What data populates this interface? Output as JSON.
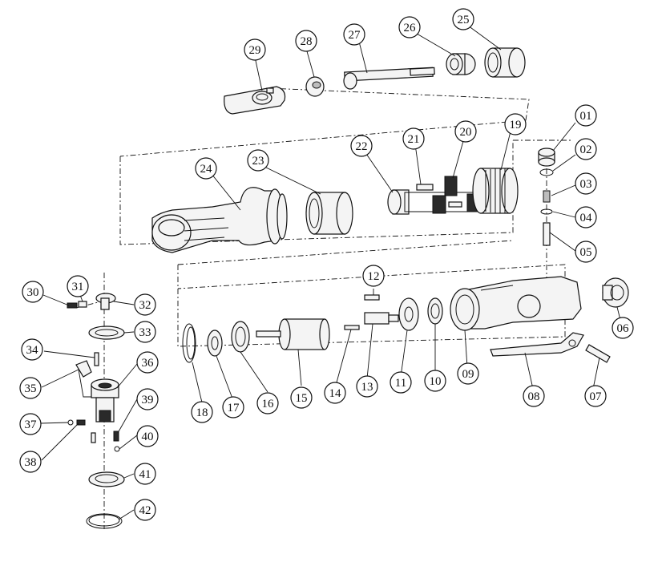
{
  "diagram": {
    "callouts": [
      {
        "id": "c01",
        "label": "01"
      },
      {
        "id": "c02",
        "label": "02"
      },
      {
        "id": "c03",
        "label": "03"
      },
      {
        "id": "c04",
        "label": "04"
      },
      {
        "id": "c05",
        "label": "05"
      },
      {
        "id": "c06",
        "label": "06"
      },
      {
        "id": "c07",
        "label": "07"
      },
      {
        "id": "c08",
        "label": "08"
      },
      {
        "id": "c09",
        "label": "09"
      },
      {
        "id": "c10",
        "label": "10"
      },
      {
        "id": "c11",
        "label": "11"
      },
      {
        "id": "c12",
        "label": "12"
      },
      {
        "id": "c13",
        "label": "13"
      },
      {
        "id": "c14",
        "label": "14"
      },
      {
        "id": "c15",
        "label": "15"
      },
      {
        "id": "c16",
        "label": "16"
      },
      {
        "id": "c17",
        "label": "17"
      },
      {
        "id": "c18",
        "label": "18"
      },
      {
        "id": "c19",
        "label": "19"
      },
      {
        "id": "c20",
        "label": "20"
      },
      {
        "id": "c21",
        "label": "21"
      },
      {
        "id": "c22",
        "label": "22"
      },
      {
        "id": "c23",
        "label": "23"
      },
      {
        "id": "c24",
        "label": "24"
      },
      {
        "id": "c25",
        "label": "25"
      },
      {
        "id": "c26",
        "label": "26"
      },
      {
        "id": "c27",
        "label": "27"
      },
      {
        "id": "c28",
        "label": "28"
      },
      {
        "id": "c29",
        "label": "29"
      },
      {
        "id": "c30",
        "label": "30"
      },
      {
        "id": "c31",
        "label": "31"
      },
      {
        "id": "c32",
        "label": "32"
      },
      {
        "id": "c33",
        "label": "33"
      },
      {
        "id": "c34",
        "label": "34"
      },
      {
        "id": "c35",
        "label": "35"
      },
      {
        "id": "c36",
        "label": "36"
      },
      {
        "id": "c37",
        "label": "37"
      },
      {
        "id": "c38",
        "label": "38"
      },
      {
        "id": "c39",
        "label": "39"
      },
      {
        "id": "c40",
        "label": "40"
      },
      {
        "id": "c41",
        "label": "41"
      },
      {
        "id": "c42",
        "label": "42"
      }
    ]
  }
}
